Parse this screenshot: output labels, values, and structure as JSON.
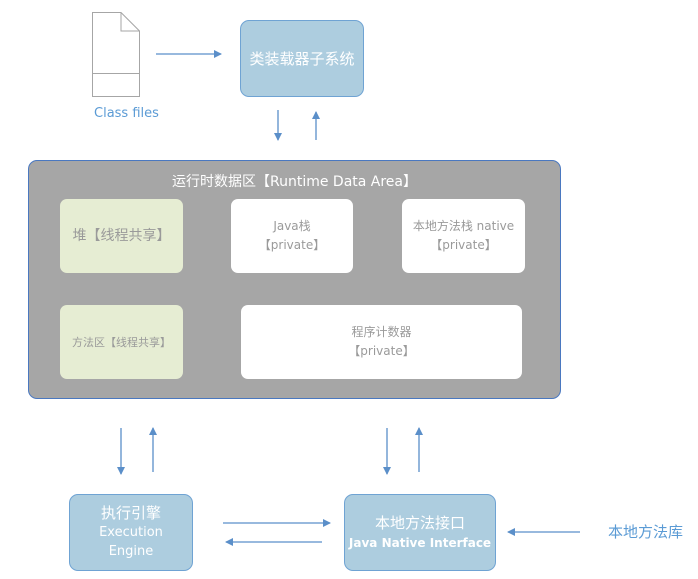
{
  "class_files": {
    "icon": "document-icon",
    "label": "Class files"
  },
  "class_loader": {
    "label": "类装载器子系统"
  },
  "runtime_data_area": {
    "title": "运行时数据区【Runtime Data Area】",
    "heap": {
      "line1": "堆【线程共享】"
    },
    "java_stack": {
      "line1": "Java栈",
      "line2": "【private】"
    },
    "native_stack": {
      "line1": "本地方法栈 native",
      "line2": "【private】"
    },
    "method_area": {
      "line1": "方法区【线程共享】"
    },
    "program_counter": {
      "line1": "程序计数器",
      "line2": "【private】"
    }
  },
  "execution_engine": {
    "line1": "执行引擎",
    "line2": "Execution",
    "line3": "Engine"
  },
  "jni": {
    "line1": "本地方法接口",
    "line2": "Java Native Interface"
  },
  "native_library": {
    "label": "本地方法库"
  },
  "colors": {
    "arrow": "#5b8fc9",
    "blue_box_fill": "#adcddf",
    "runtime_fill": "#a6a6a6",
    "shared_fill": "#e6edd3",
    "label_blue": "#5b9bd5"
  }
}
